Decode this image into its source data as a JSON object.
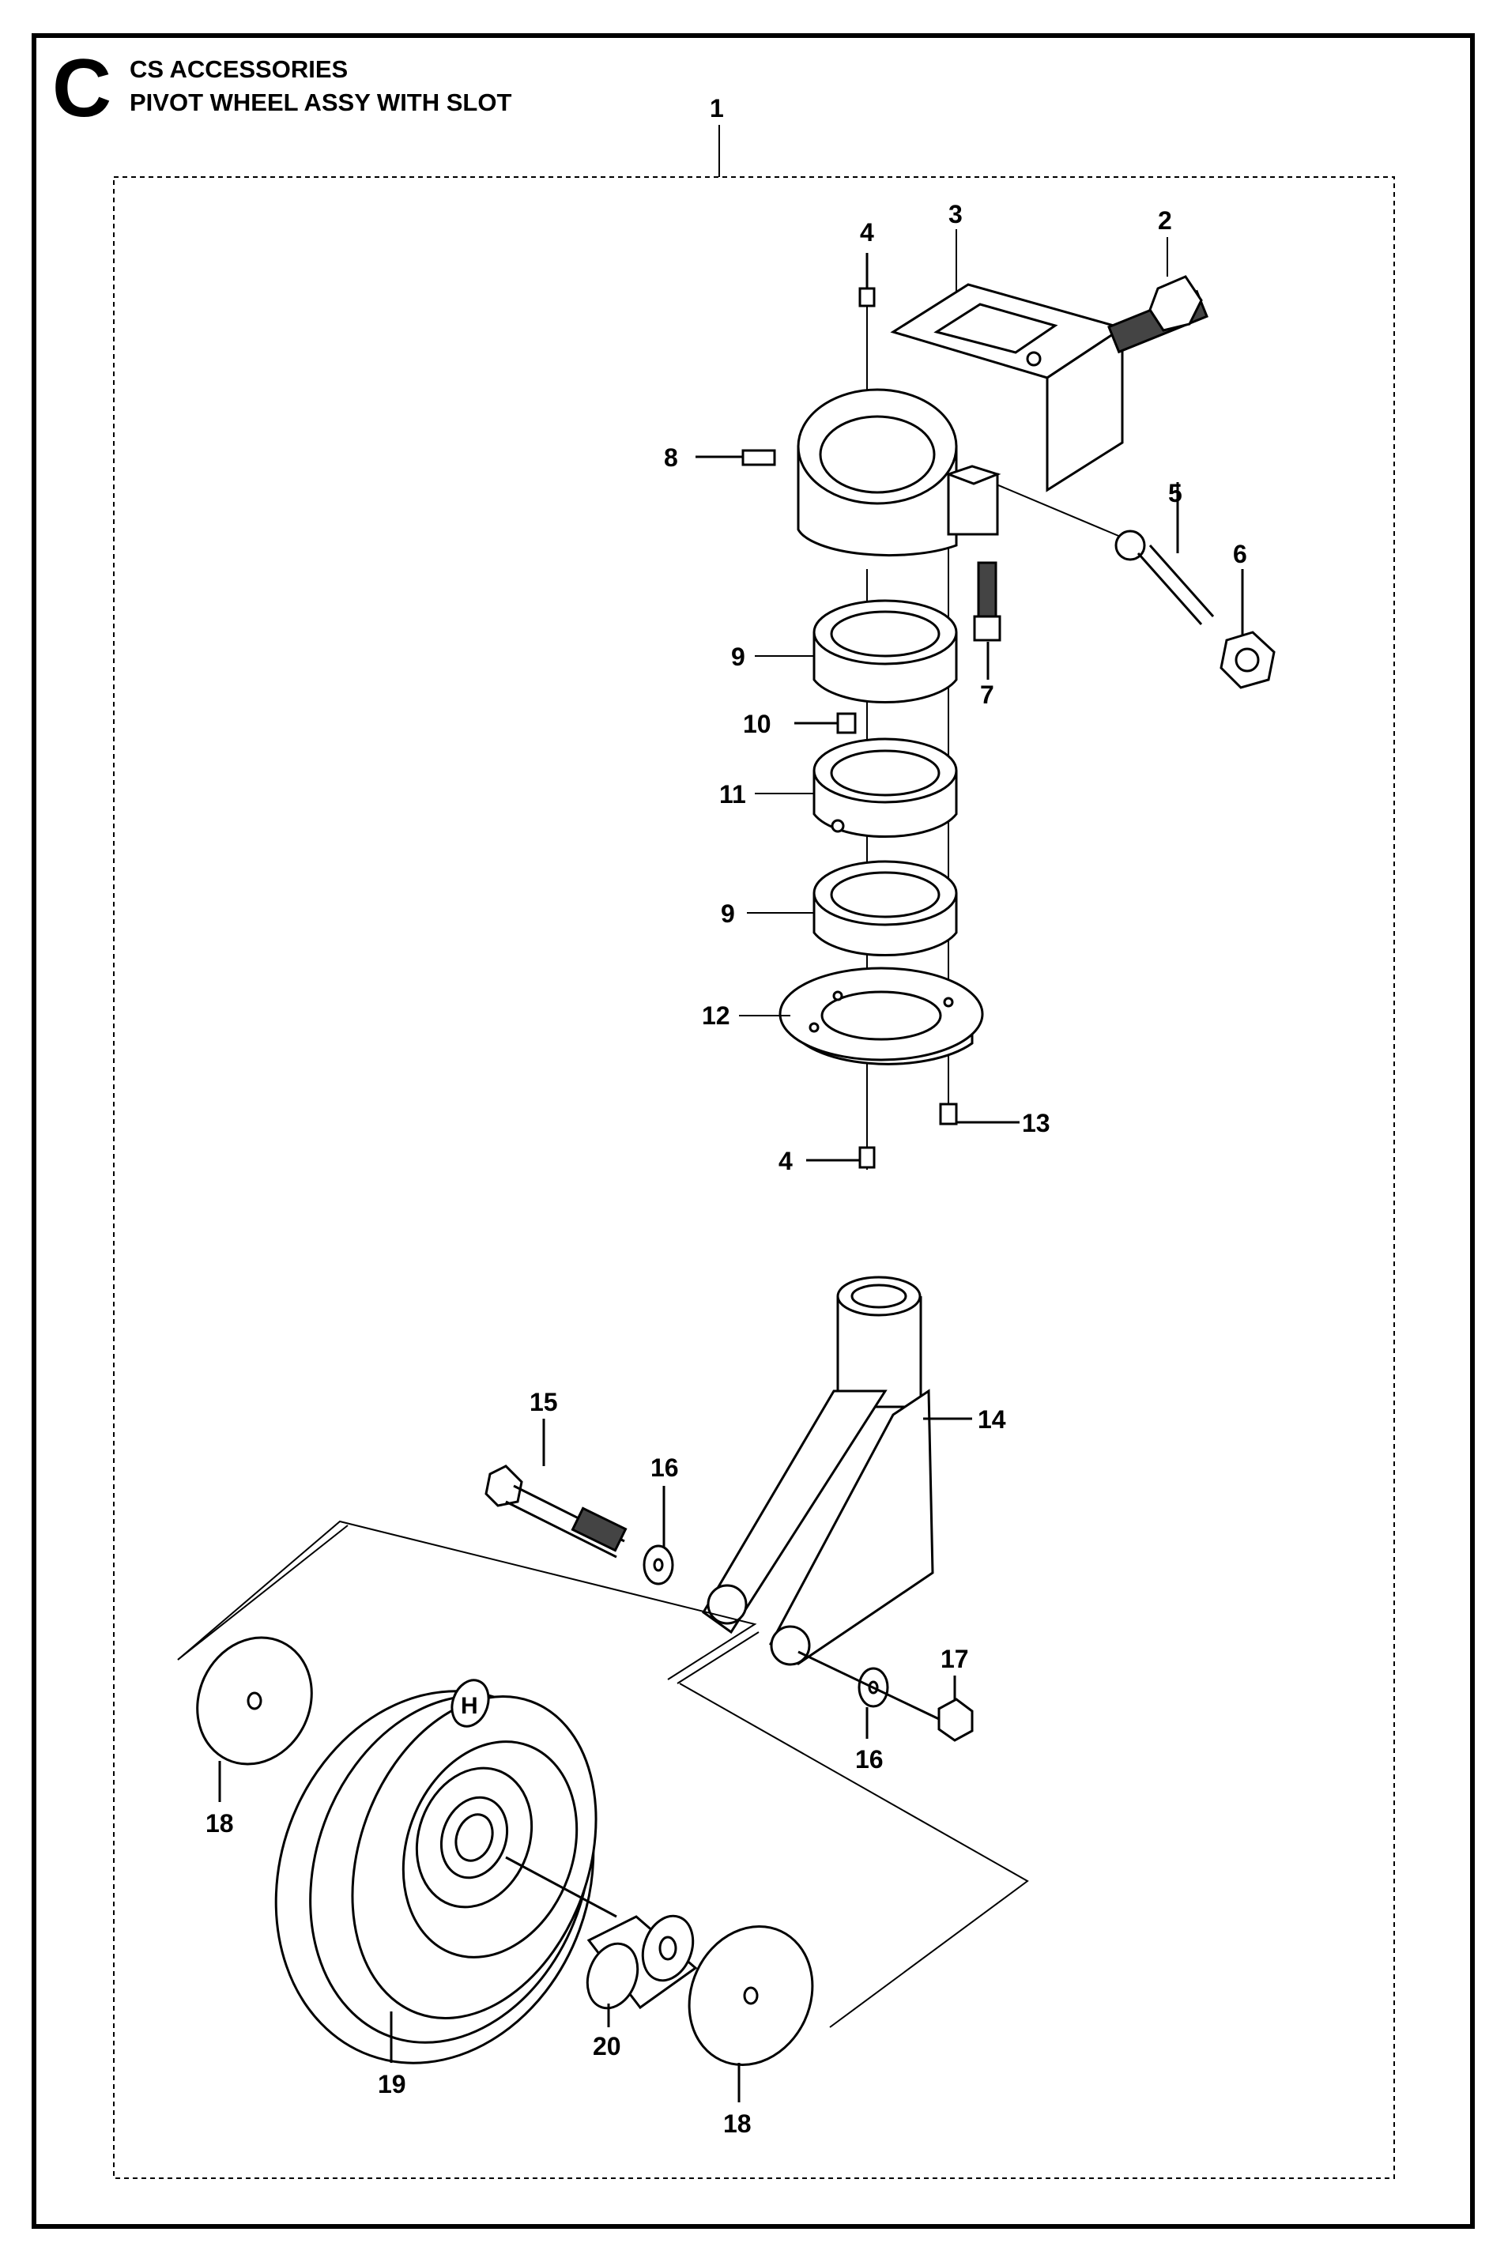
{
  "header": {
    "section_letter": "C",
    "title_line_1": "CS ACCESSORIES",
    "title_line_2": "PIVOT WHEEL ASSY WITH SLOT"
  },
  "callouts": {
    "c1": "1",
    "c2": "2",
    "c3": "3",
    "c4a": "4",
    "c4b": "4",
    "c5": "5",
    "c6": "6",
    "c7": "7",
    "c8": "8",
    "c9a": "9",
    "c9b": "9",
    "c10": "10",
    "c11": "11",
    "c12": "12",
    "c13": "13",
    "c14": "14",
    "c15": "15",
    "c16a": "16",
    "c16b": "16",
    "c17": "17",
    "c18a": "18",
    "c18b": "18",
    "c19": "19",
    "c20": "20"
  },
  "brand_mark": "H"
}
